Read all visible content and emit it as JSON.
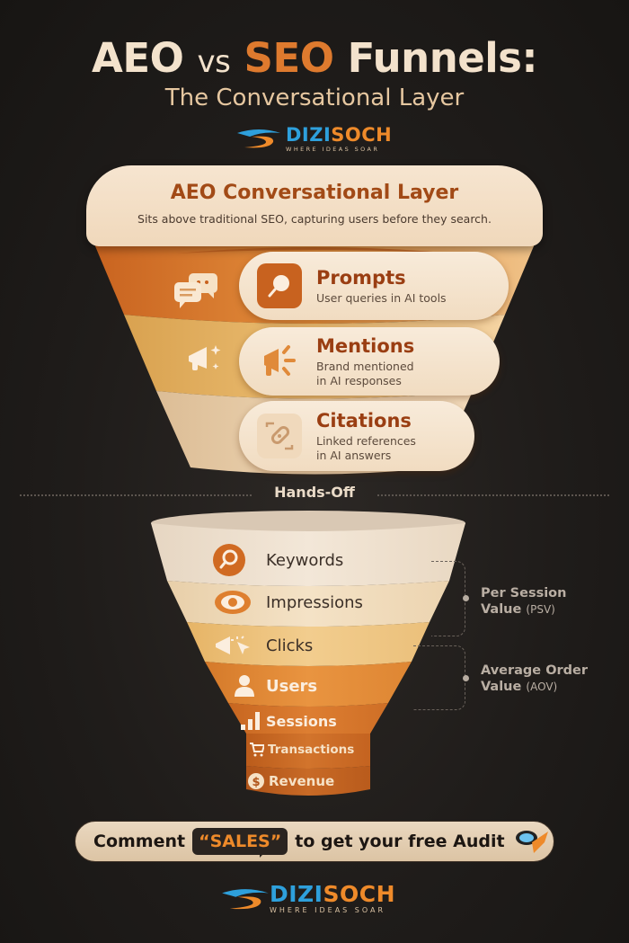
{
  "header": {
    "title_part1": "AEO",
    "title_vs": "vs",
    "title_part2": "SEO",
    "title_part3": "Funnels:",
    "subtitle": "The Conversational Layer"
  },
  "logo": {
    "brand_part1": "DIZI",
    "brand_part2": "SOCH",
    "tagline": "WHERE IDEAS SOAR"
  },
  "aeo_funnel": {
    "title": "AEO Conversational Layer",
    "description": "Sits above traditional SEO, capturing users before they search.",
    "layers": [
      {
        "title": "Prompts",
        "desc_line1": "User queries in AI tools",
        "desc_line2": "",
        "icon": "magnifier-icon",
        "side_icon": "chat-bubbles-icon"
      },
      {
        "title": "Mentions",
        "desc_line1": "Brand mentioned",
        "desc_line2": "in AI responses",
        "icon": "megaphone-icon",
        "side_icon": "megaphone-sparkle-icon"
      },
      {
        "title": "Citations",
        "desc_line1": "Linked references",
        "desc_line2": "in AI answers",
        "icon": "link-icon",
        "side_icon": ""
      }
    ]
  },
  "divider": {
    "label": "Hands-Off"
  },
  "seo_funnel": {
    "stages": [
      {
        "label": "Keywords",
        "icon": "search-icon"
      },
      {
        "label": "Impressions",
        "icon": "eye-icon"
      },
      {
        "label": "Clicks",
        "icon": "click-icon"
      },
      {
        "label": "Users",
        "icon": "user-icon"
      },
      {
        "label": "Sessions",
        "icon": "bar-chart-icon"
      },
      {
        "label": "Transactions",
        "icon": "cart-icon"
      },
      {
        "label": "Revenue",
        "icon": "dollar-icon"
      }
    ],
    "notes": [
      {
        "line1": "Per Session",
        "line2": "Value",
        "abbr": "(PSV)"
      },
      {
        "line1": "Average Order",
        "line2": "Value",
        "abbr": "(AOV)"
      }
    ]
  },
  "cta": {
    "prefix": "Comment",
    "keyword": "“SALES”",
    "suffix": "to get your free Audit"
  },
  "colors": {
    "accent_orange": "#de7a2e",
    "dark_brown_text": "#9a3e12",
    "cream": "#f6e5d0",
    "background": "#1f1c1a",
    "logo_blue": "#2ea0dc"
  }
}
